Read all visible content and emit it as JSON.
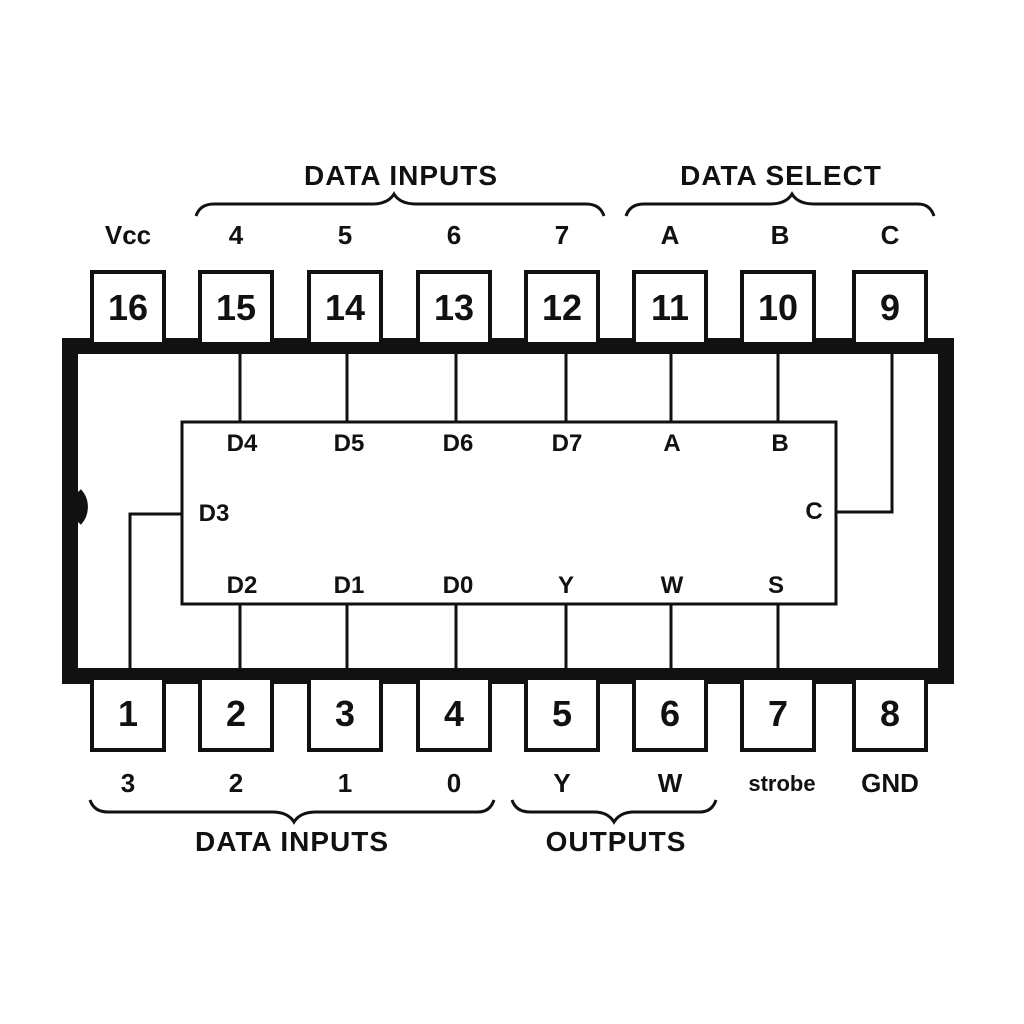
{
  "headers": {
    "top_data_inputs": "DATA INPUTS",
    "top_data_select": "DATA SELECT",
    "bottom_data_inputs": "DATA INPUTS",
    "bottom_outputs": "OUTPUTS"
  },
  "top_pin_labels": [
    "Vcc",
    "4",
    "5",
    "6",
    "7",
    "A",
    "B",
    "C"
  ],
  "top_pins": [
    "16",
    "15",
    "14",
    "13",
    "12",
    "11",
    "10",
    "9"
  ],
  "bottom_pins": [
    "1",
    "2",
    "3",
    "4",
    "5",
    "6",
    "7",
    "8"
  ],
  "bottom_pin_labels": [
    "3",
    "2",
    "1",
    "0",
    "Y",
    "W",
    "strobe",
    "GND"
  ],
  "inner_top": [
    "D4",
    "D5",
    "D6",
    "D7",
    "A",
    "B"
  ],
  "inner_side_left": "D3",
  "inner_side_right": "C",
  "inner_bottom": [
    "D2",
    "D1",
    "D0",
    "Y",
    "W",
    "S"
  ],
  "colors": {
    "ink": "#111111",
    "background": "#ffffff"
  }
}
